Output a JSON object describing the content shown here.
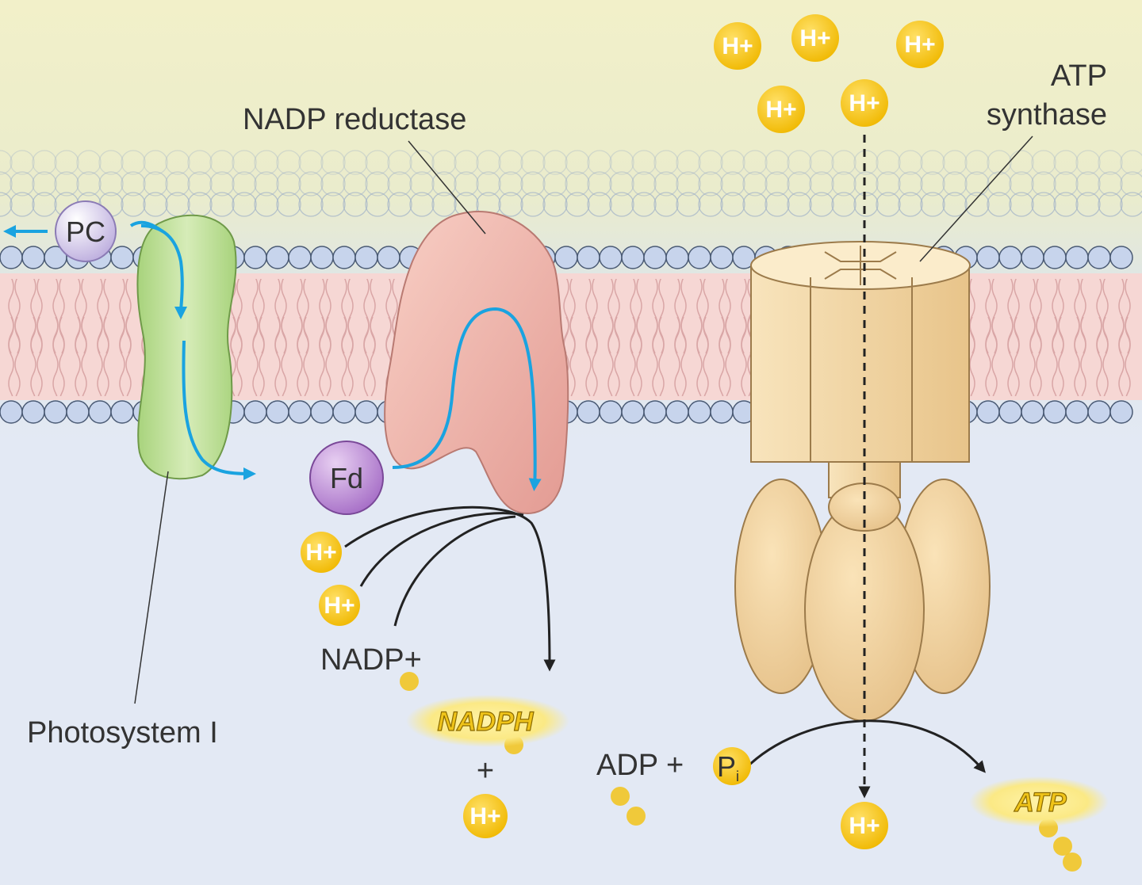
{
  "labels": {
    "nadp_reductase": "NADP reductase",
    "atp_synthase_line1": "ATP",
    "atp_synthase_line2": "synthase",
    "photosystem": "Photosystem I",
    "pc": "PC",
    "fd": "Fd",
    "nadp_plus": "NADP+",
    "nadph": "NADPH",
    "plus": "+",
    "adp_plus": "ADP +",
    "pi": "P",
    "pi_sub": "i",
    "atp": "ATP",
    "h_plus": "H+"
  },
  "colors": {
    "lumen_top": "#eff0c8",
    "stroma": "#e3e9f4",
    "head_group": "#c7d4ec",
    "tails_band": "#f6d7d4",
    "photosystem": "#bfe09a",
    "nadp_reductase": "#f2b6ac",
    "atp_synthase": "#f2d5a0",
    "proton": "#f2c319",
    "electron_path": "#1aa3e0"
  }
}
